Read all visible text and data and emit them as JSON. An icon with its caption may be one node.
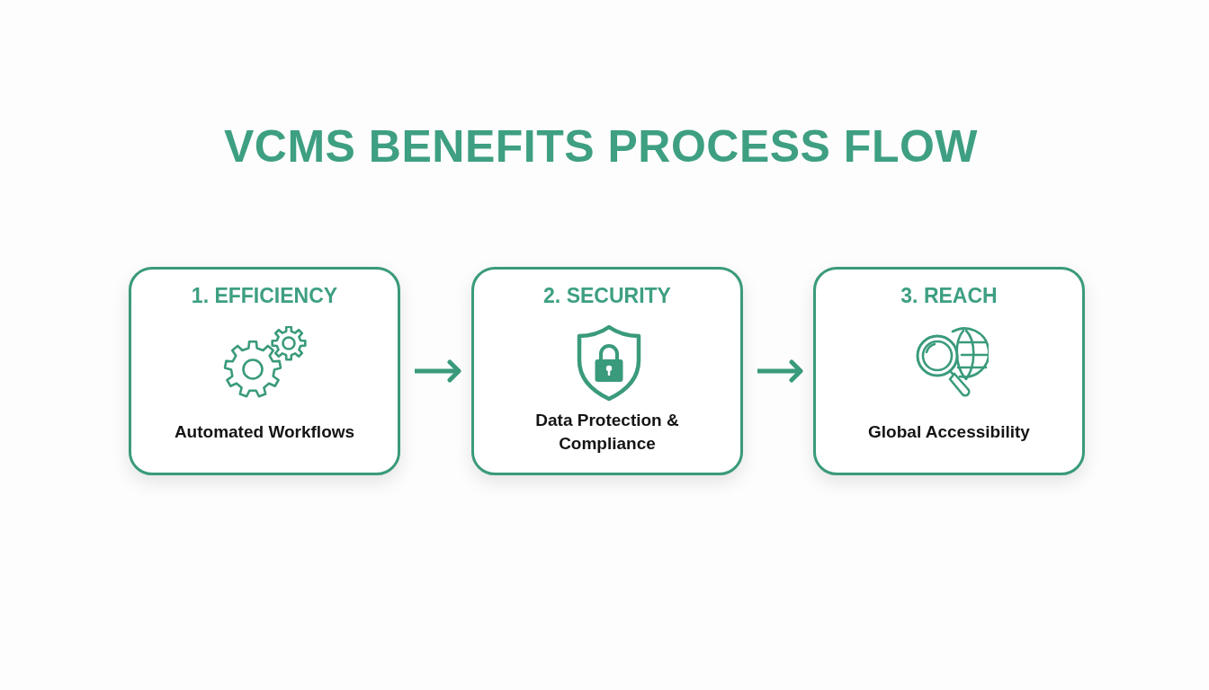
{
  "diagram": {
    "title": "VCMS BENEFITS PROCESS FLOW",
    "nodes": [
      {
        "text": [
          "1. EFFICIENCY",
          "Automated Workflows"
        ]
      },
      {
        "text": [
          "2. SECURITY",
          "Data Protection & Compliance"
        ]
      },
      {
        "text": [
          "3. REACH",
          "Global Accessibility"
        ]
      }
    ],
    "edges": [
      {
        "from": 0,
        "to": 1,
        "arrow": "to"
      },
      {
        "from": 1,
        "to": 2,
        "arrow": "to"
      }
    ]
  }
}
